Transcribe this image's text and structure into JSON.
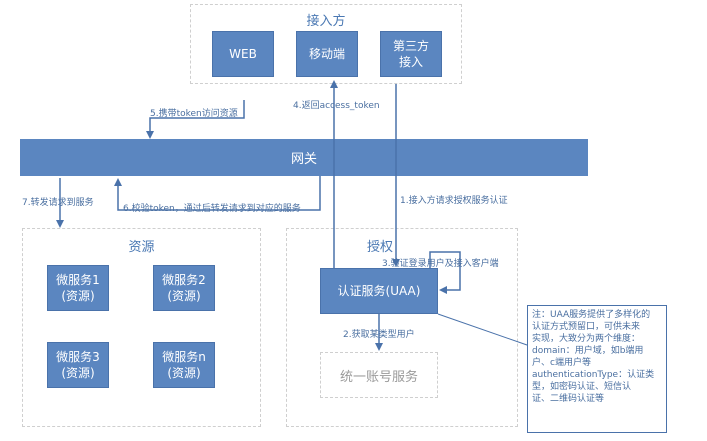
{
  "access": {
    "title": "接入方",
    "web": "WEB",
    "mobile": "移动端",
    "third_line1": "第三方",
    "third_line2": "接入"
  },
  "gateway": {
    "label": "网关"
  },
  "resources": {
    "title": "资源",
    "ms1_line1": "微服务1",
    "ms1_line2": "(资源)",
    "ms2_line1": "微服务2",
    "ms2_line2": "(资源)",
    "ms3_line1": "微服务3",
    "ms3_line2": "(资源)",
    "msn_line1": "微服务n",
    "msn_line2": "(资源)"
  },
  "auth": {
    "title": "授权",
    "uaa": "认证服务(UAA)",
    "account": "统一账号服务"
  },
  "steps": {
    "s1": "1.接入方请求授权服务认证",
    "s2": "2.获取某类型用户",
    "s3": "3.验证登录用户及接入客户端",
    "s4": "4.返回access_token",
    "s5": "5.携带token访问资源",
    "s6": "6.校验token，通过后转发请求到对应的服务",
    "s7": "7.转发请求到服务"
  },
  "note": {
    "lines": [
      "注：UAA服务提供了多样化的",
      "认证方式预留口，可供未来",
      "实现，大致分为两个维度：",
      "domain：用户域，如b端用",
      "户、c端用户等",
      "authenticationType：认证类",
      "型，如密码认证、短信认",
      "证、二维码认证等"
    ]
  },
  "colors": {
    "box": "#5b86c0",
    "line": "#4a72aa"
  }
}
